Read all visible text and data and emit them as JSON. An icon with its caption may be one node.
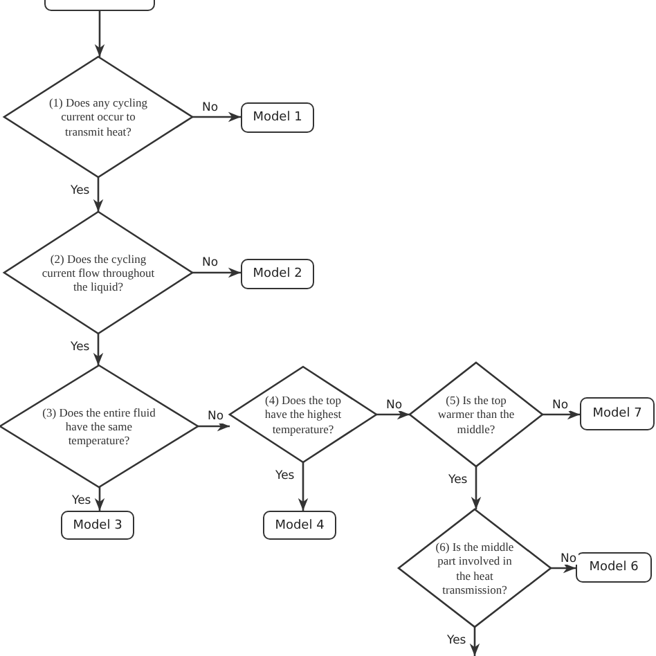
{
  "diagram": {
    "nodes": [
      {
        "text": [],
        "shape": "box"
      },
      {
        "text": [
          "(1) Does any cycling current occur to transmit heat?"
        ]
      },
      {
        "text": [
          "Model 1"
        ]
      },
      {
        "text": [
          "(2) Does the cycling current flow throughout the liquid?"
        ]
      },
      {
        "text": [
          "Model 2"
        ]
      },
      {
        "text": [
          "(3) Does the entire fluid have the same temperature?"
        ]
      },
      {
        "text": [
          "(4) Does the top have the highest temperature?"
        ]
      },
      {
        "text": [
          "(5) Is the top warmer than the middle?"
        ]
      },
      {
        "text": [
          "Model 7"
        ]
      },
      {
        "text": [
          "Model 3"
        ]
      },
      {
        "text": [
          "Model 4"
        ]
      },
      {
        "text": [
          "(6) Is the middle part involved in the heat transmission?"
        ]
      },
      {
        "text": [
          "Model 6"
        ]
      }
    ],
    "edges": [
      {
        "from": 0,
        "to": 1,
        "arrow": "to"
      },
      {
        "from": 1,
        "to": 2,
        "arrow": "to",
        "label": "No"
      },
      {
        "from": 1,
        "to": 3,
        "arrow": "to",
        "label": "Yes"
      },
      {
        "from": 3,
        "to": 4,
        "arrow": "to",
        "label": "No"
      },
      {
        "from": 3,
        "to": 5,
        "arrow": "to",
        "label": "Yes"
      },
      {
        "from": 5,
        "to": 6,
        "arrow": "to",
        "label": "No"
      },
      {
        "from": 6,
        "to": 7,
        "arrow": "to",
        "label": "No"
      },
      {
        "from": 7,
        "to": 8,
        "arrow": "to",
        "label": "No"
      },
      {
        "from": 5,
        "to": 9,
        "arrow": "to",
        "label": "Yes"
      },
      {
        "from": 6,
        "to": 10,
        "arrow": "to",
        "label": "Yes"
      },
      {
        "from": 7,
        "to": 11,
        "arrow": "to",
        "label": "Yes"
      },
      {
        "from": 11,
        "to": 12,
        "arrow": "to",
        "label": "No"
      },
      {
        "from": 11,
        "to": null,
        "arrow": "to",
        "label": "Yes"
      }
    ]
  }
}
